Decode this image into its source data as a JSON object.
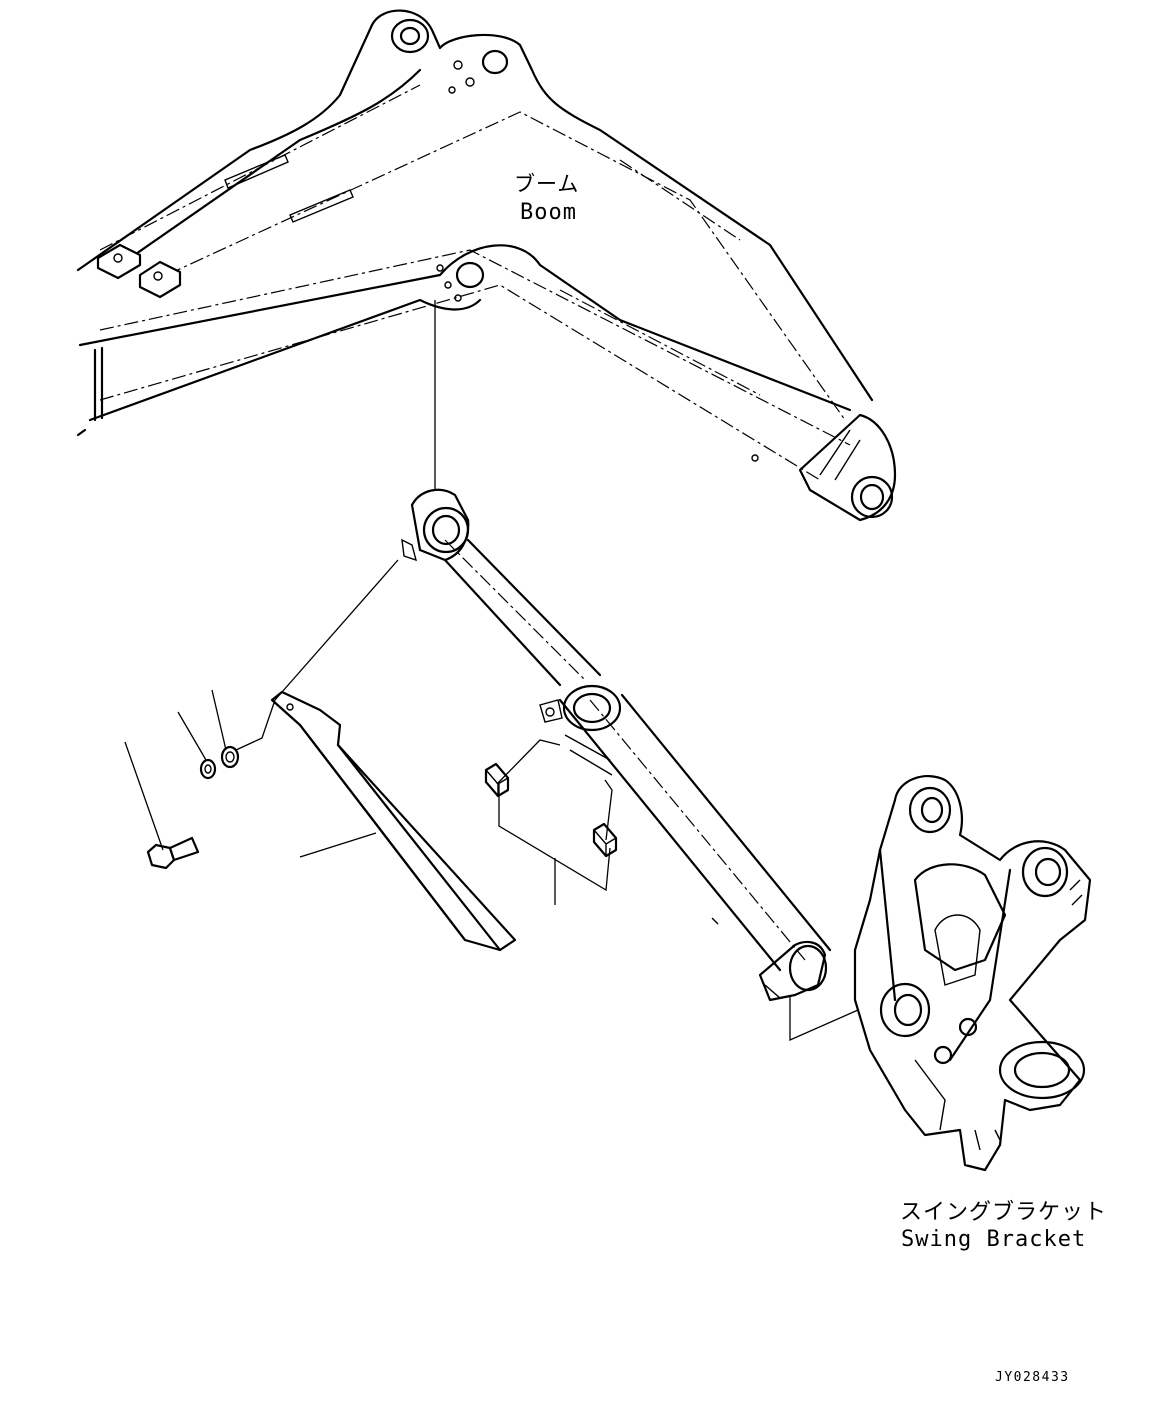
{
  "labels": {
    "boom_jp": "ブーム",
    "boom_en": "Boom",
    "swing_bracket_jp": "スイングブラケット",
    "swing_bracket_en": "Swing Bracket",
    "drawing_id": "JY028433"
  },
  "parts": [
    "boom",
    "boom-cylinder",
    "cylinder-cover",
    "bolt",
    "spring-washer",
    "flat-washer",
    "clamp-block-upper",
    "clamp-block-lower",
    "swing-bracket"
  ]
}
